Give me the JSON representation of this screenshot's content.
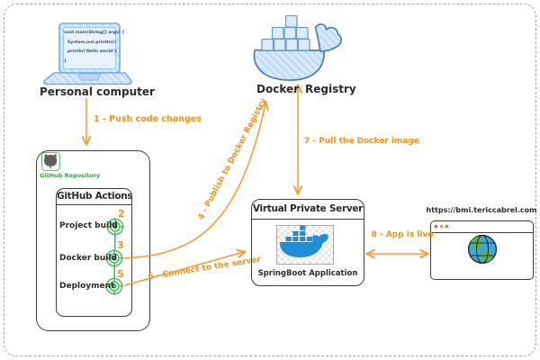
{
  "palette": {
    "accent_orange": "#ED9420",
    "green": "#47A95C",
    "docker_blue": "#1E8FD5",
    "sketch_blue_stroke": "#74AEE0",
    "sketch_blue_fill": "#D8E9F9",
    "ink": "#2B2B2B"
  },
  "personal_computer": {
    "label": "Personal computer",
    "code_lines": [
      "void main(String[] args) {",
      "System.out.println();",
      "println('Hello world');",
      "}"
    ]
  },
  "docker_registry": {
    "label_word1": "Docker",
    "label_word2": "Registry"
  },
  "github": {
    "repository_label": "GitHub Repository",
    "actions_title": "GitHub Actions",
    "steps": [
      {
        "label": "Project build",
        "number": "2"
      },
      {
        "label": "Docker build",
        "number": "3"
      },
      {
        "label": "Deployment",
        "number": "5"
      }
    ]
  },
  "vps": {
    "title": "Virtual Private Server",
    "app_label": "SpringBoot Application"
  },
  "browser": {
    "url": "https://bmi.tericcabrel.com"
  },
  "arrows": {
    "step1": "1 - Push code changes",
    "step4": "4 - Publish to Docker Registry",
    "step6": "6 - Connect to the server",
    "step7": "7 - Pull the Docker image",
    "step8": "8 - App is live"
  }
}
